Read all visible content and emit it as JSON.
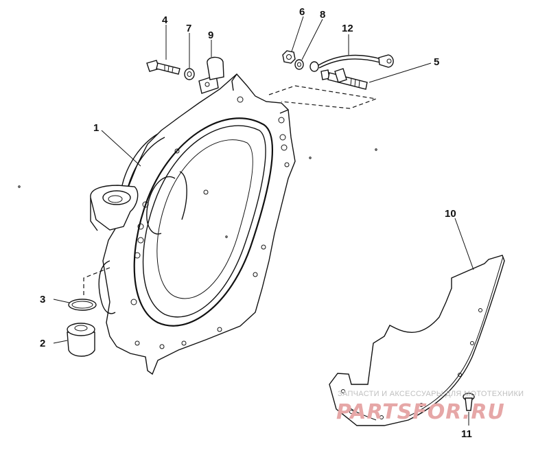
{
  "callouts": [
    {
      "id": "1",
      "text": "1"
    },
    {
      "id": "2",
      "text": "2"
    },
    {
      "id": "3",
      "text": "3"
    },
    {
      "id": "4",
      "text": "4"
    },
    {
      "id": "5",
      "text": "5"
    },
    {
      "id": "6",
      "text": "6"
    },
    {
      "id": "7",
      "text": "7"
    },
    {
      "id": "8",
      "text": "8"
    },
    {
      "id": "9",
      "text": "9"
    },
    {
      "id": "10",
      "text": "10"
    },
    {
      "id": "11",
      "text": "11"
    },
    {
      "id": "12",
      "text": "12"
    }
  ],
  "watermark": {
    "tagline": "ЗАПЧАСТИ И АКСЕССУАРЫ ДЛЯ МОТОТЕХНИКИ",
    "logo": "PARTSFOR.RU"
  }
}
